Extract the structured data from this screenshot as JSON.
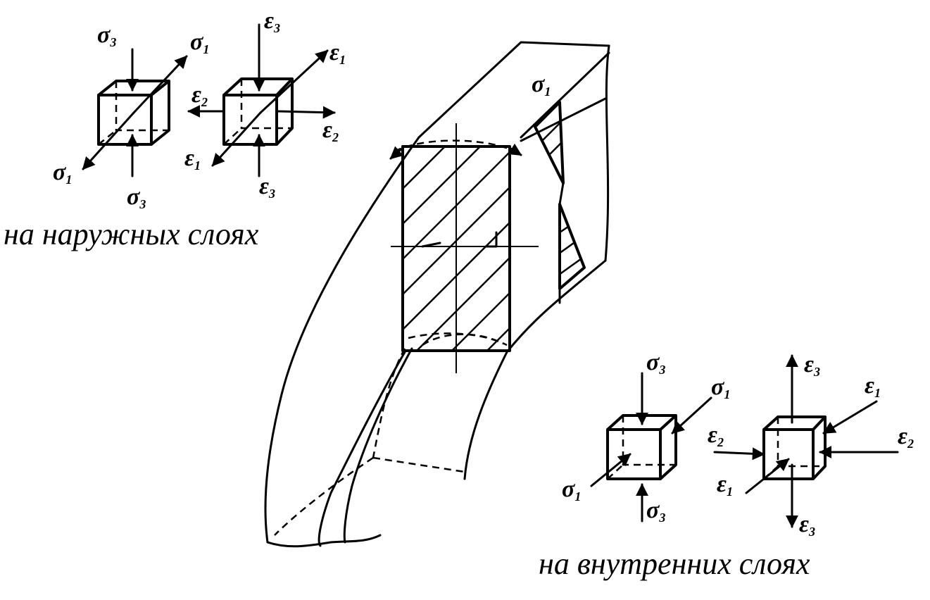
{
  "captions": {
    "outer_layers": "на наружных слоях",
    "inner_layers": "на внутренних слоях"
  },
  "symbols": {
    "sigma": "σ",
    "epsilon": "ε",
    "sub_1": "1",
    "sub_2": "2",
    "sub_3": "3"
  }
}
